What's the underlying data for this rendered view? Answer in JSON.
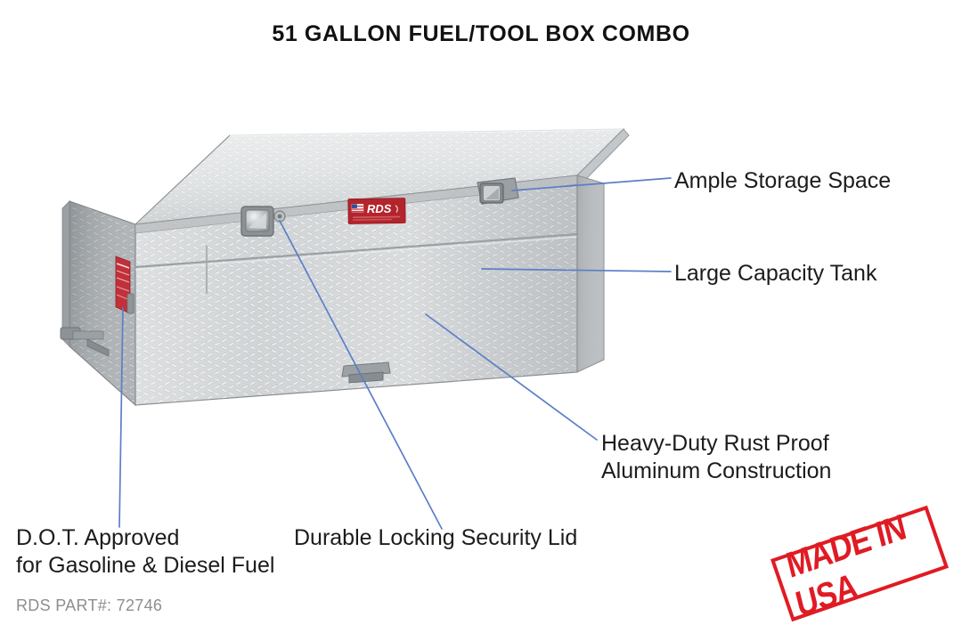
{
  "page": {
    "title": "51 GALLON FUEL/TOOL BOX COMBO",
    "background_color": "#ffffff",
    "part_number": "RDS PART#: 72746"
  },
  "callouts": [
    {
      "id": "storage",
      "label": "Ample Storage Space",
      "anchor": "lid-right-latch",
      "leader_color": "#5b7fc7"
    },
    {
      "id": "tank",
      "label": "Large Capacity Tank",
      "anchor": "tank-body-upper",
      "leader_color": "#5b7fc7"
    },
    {
      "id": "aluminum",
      "label": "Heavy-Duty Rust Proof\nAluminum Construction",
      "anchor": "tank-body-lower",
      "leader_color": "#5b7fc7"
    },
    {
      "id": "lid",
      "label": "Durable Locking Security Lid",
      "anchor": "lid-left-lock",
      "leader_color": "#5b7fc7"
    },
    {
      "id": "dot",
      "label": "D.O.T. Approved\nfor Gasoline & Diesel Fuel",
      "anchor": "dot-warning-decal",
      "leader_color": "#5b7fc7"
    }
  ],
  "product": {
    "name": "Aluminum diamond plate fuel and tool box combo",
    "decal": {
      "brand": "RDS",
      "background_color": "#b4242c",
      "text_color": "#ffffff"
    },
    "warning_decal": {
      "background_color": "#c2303a",
      "location": "left-end-panel"
    },
    "materials": {
      "body_color": "#c9ccce",
      "lid_color": "#d6d9db",
      "shadow_color": "#8f9498",
      "hardware_color": "#7d8387"
    },
    "hardware": [
      {
        "name": "lid-left-latch",
        "type": "paddle-latch-with-lock"
      },
      {
        "name": "lid-right-latch",
        "type": "paddle-latch"
      },
      {
        "name": "bottom-center-bracket",
        "type": "mounting-bracket"
      },
      {
        "name": "left-mounting-foot",
        "type": "mounting-foot"
      }
    ]
  },
  "stamp": {
    "text": "MADE IN USA",
    "color": "#e01b23",
    "rotation_degrees": -19
  }
}
